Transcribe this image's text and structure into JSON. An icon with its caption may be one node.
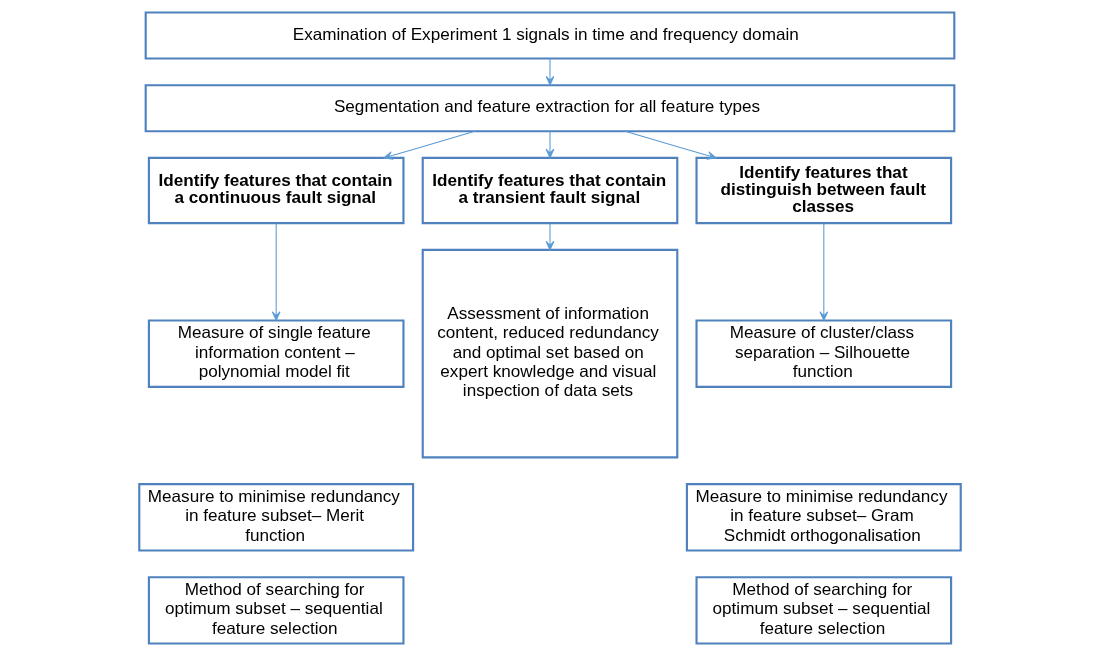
{
  "diagram": {
    "nodes": [
      {
        "text": [
          "Examination of Experiment 1 signals in time and frequency domain"
        ]
      },
      {
        "text": [
          "Segmentation and feature extraction for all feature types"
        ]
      },
      {
        "text": [
          "Identify features that contain a continuous fault signal"
        ]
      },
      {
        "text": [
          "Identify features that contain a transient fault signal"
        ]
      },
      {
        "text": [
          "Identify features that distinguish between fault classes"
        ]
      },
      {
        "text": [
          "Measure of single feature information content – polynomial model fit"
        ]
      },
      {
        "text": [
          "Measure to minimise redundancy in feature subset– Merit function"
        ]
      },
      {
        "text": [
          "Method of searching for optimum subset – sequential feature selection"
        ]
      },
      {
        "text": [
          "Assessment of information content, reduced redundancy and optimal set based on expert knowledge and visual inspection of data sets"
        ]
      },
      {
        "text": [
          "Measure of cluster/class separation – Silhouette function"
        ]
      },
      {
        "text": [
          "Measure to minimise redundancy in feature subset– Gram Schmidt orthogonalisation"
        ]
      },
      {
        "text": [
          "Method of searching for optimum subset – sequential feature selection"
        ]
      }
    ],
    "edges": [
      {
        "from": 0,
        "to": 1,
        "arrow": "to"
      },
      {
        "from": 1,
        "to": 2,
        "arrow": "to"
      },
      {
        "from": 1,
        "to": 3,
        "arrow": "to"
      },
      {
        "from": 1,
        "to": 4,
        "arrow": "to"
      },
      {
        "from": 2,
        "to": 5,
        "arrow": "to"
      },
      {
        "from": 3,
        "to": 8,
        "arrow": "to"
      },
      {
        "from": 4,
        "to": 9,
        "arrow": "to"
      }
    ]
  }
}
